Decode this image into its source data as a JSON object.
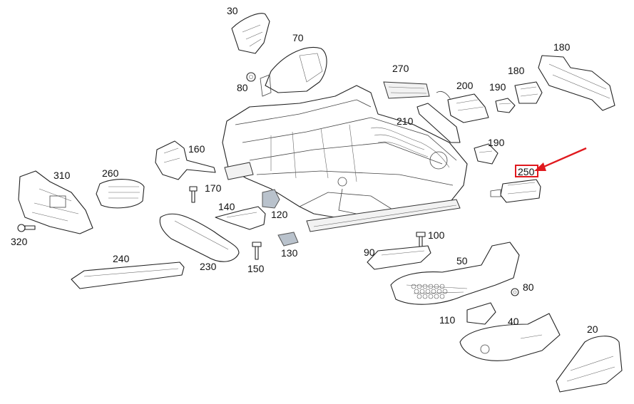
{
  "callouts": {
    "p30": "30",
    "p70": "70",
    "p80a": "80",
    "p270": "270",
    "p200": "200",
    "p190a": "190",
    "p180a": "180",
    "p180b": "180",
    "p210": "210",
    "p190b": "190",
    "p160": "160",
    "p310": "310",
    "p260": "260",
    "p170": "170",
    "p250": "250",
    "p140": "140",
    "p120": "120",
    "p320": "320",
    "p100": "100",
    "p240": "240",
    "p230": "230",
    "p150": "150",
    "p130": "130",
    "p90": "90",
    "p50": "50",
    "p80b": "80",
    "p110": "110",
    "p40": "40",
    "p20": "20"
  },
  "highlight": {
    "label": "250",
    "color": "#e0191e"
  }
}
